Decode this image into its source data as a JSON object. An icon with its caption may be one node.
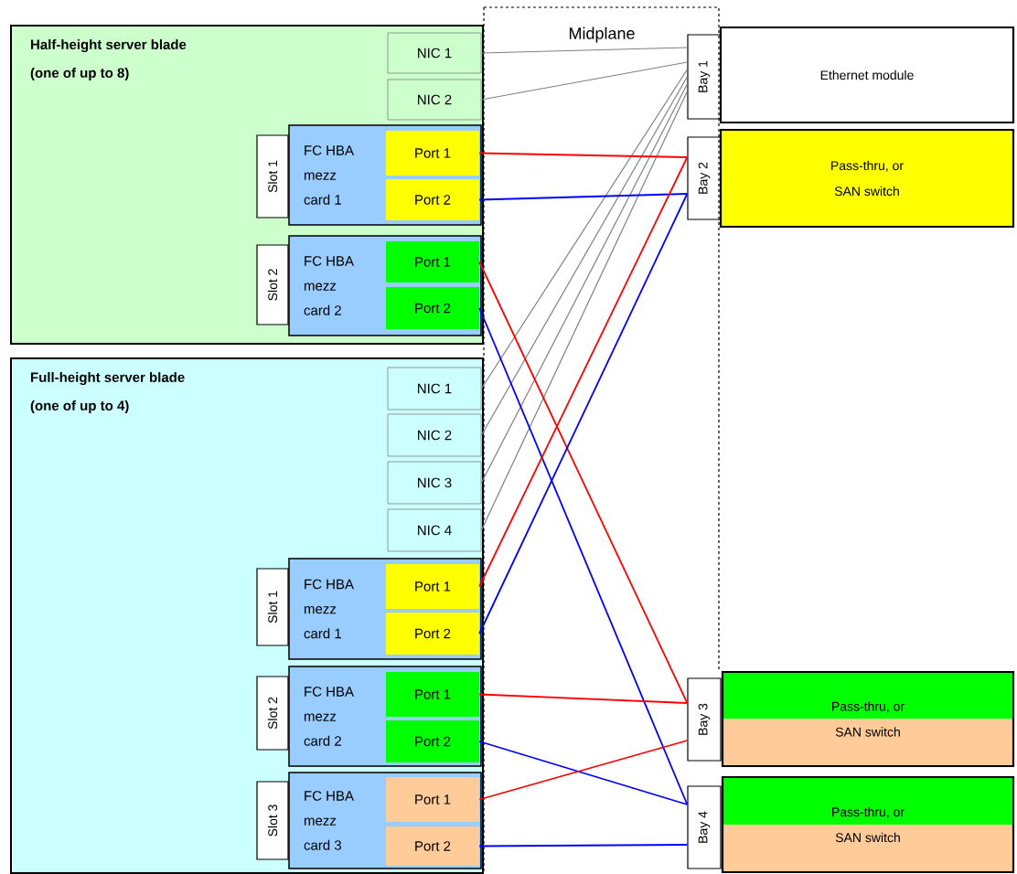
{
  "diagram": {
    "nodes": [
      {
        "text": [
          "Half-height server blade (one of up to 8)"
        ]
      },
      {
        "text": [
          "NIC 1"
        ],
        "in": 0
      },
      {
        "text": [
          "NIC 2"
        ],
        "in": 0
      },
      {
        "text": [
          "Slot 1"
        ],
        "in": 0
      },
      {
        "text": [
          "FC HBA mezz card 1"
        ],
        "in": 0
      },
      {
        "text": [
          "Port 1"
        ],
        "in": 4
      },
      {
        "text": [
          "Port 2"
        ],
        "in": 4
      },
      {
        "text": [
          "Slot 2"
        ],
        "in": 0
      },
      {
        "text": [
          "FC HBA mezz card 2"
        ],
        "in": 0
      },
      {
        "text": [
          "Port 1"
        ],
        "in": 8
      },
      {
        "text": [
          "Port 2"
        ],
        "in": 8
      },
      {
        "text": [
          "Full-height server blade (one of up to 4)"
        ]
      },
      {
        "text": [
          "NIC 1"
        ],
        "in": 11
      },
      {
        "text": [
          "NIC 2"
        ],
        "in": 11
      },
      {
        "text": [
          "NIC 3"
        ],
        "in": 11
      },
      {
        "text": [
          "NIC 4"
        ],
        "in": 11
      },
      {
        "text": [
          "Slot 1"
        ],
        "in": 11
      },
      {
        "text": [
          "FC HBA mezz card 1"
        ],
        "in": 11
      },
      {
        "text": [
          "Port 1"
        ],
        "in": 17
      },
      {
        "text": [
          "Port 2"
        ],
        "in": 17
      },
      {
        "text": [
          "Slot 2"
        ],
        "in": 11
      },
      {
        "text": [
          "FC HBA mezz card 2"
        ],
        "in": 11
      },
      {
        "text": [
          "Port 1"
        ],
        "in": 21
      },
      {
        "text": [
          "Port 2"
        ],
        "in": 21
      },
      {
        "text": [
          "Slot 3"
        ],
        "in": 11
      },
      {
        "text": [
          "FC HBA mezz card 3"
        ],
        "in": 11
      },
      {
        "text": [
          "Port 1"
        ],
        "in": 25
      },
      {
        "text": [
          "Port 2"
        ],
        "in": 25
      },
      {
        "text": [
          "Bay 1"
        ]
      },
      {
        "text": [
          "Ethernet module"
        ]
      },
      {
        "text": [
          "Bay 2"
        ]
      },
      {
        "text": [
          "Pass-thru, or SAN switch"
        ]
      },
      {
        "text": [
          "Bay 3"
        ]
      },
      {
        "text": [
          "Pass-thru, or SAN switch"
        ]
      },
      {
        "text": [
          "Bay 4"
        ]
      },
      {
        "text": [
          "Pass-thru, or SAN switch"
        ]
      }
    ],
    "edges": [
      {
        "from": 1,
        "to": 28,
        "arrow": "none",
        "color": "#808080"
      },
      {
        "from": 2,
        "to": 28,
        "arrow": "none",
        "color": "#808080"
      },
      {
        "from": 12,
        "to": 28,
        "arrow": "none",
        "color": "#808080"
      },
      {
        "from": 13,
        "to": 28,
        "arrow": "none",
        "color": "#808080"
      },
      {
        "from": 14,
        "to": 28,
        "arrow": "none",
        "color": "#808080"
      },
      {
        "from": 15,
        "to": 28,
        "arrow": "none",
        "color": "#808080"
      },
      {
        "from": 5,
        "to": 30,
        "arrow": "none",
        "color": "#ff0000"
      },
      {
        "from": 6,
        "to": 30,
        "arrow": "none",
        "color": "#0000ff"
      },
      {
        "from": 9,
        "to": 32,
        "arrow": "none",
        "color": "#ff0000"
      },
      {
        "from": 10,
        "to": 34,
        "arrow": "none",
        "color": "#0000ff"
      },
      {
        "from": 18,
        "to": 30,
        "arrow": "none",
        "color": "#ff0000"
      },
      {
        "from": 19,
        "to": 30,
        "arrow": "none",
        "color": "#0000ff"
      },
      {
        "from": 22,
        "to": 32,
        "arrow": "none",
        "color": "#ff0000"
      },
      {
        "from": 23,
        "to": 34,
        "arrow": "none",
        "color": "#0000ff"
      },
      {
        "from": 26,
        "to": 32,
        "arrow": "none",
        "color": "#ff0000"
      },
      {
        "from": 27,
        "to": 34,
        "arrow": "none",
        "color": "#0000ff"
      }
    ],
    "labels": [
      "Midplane"
    ]
  }
}
